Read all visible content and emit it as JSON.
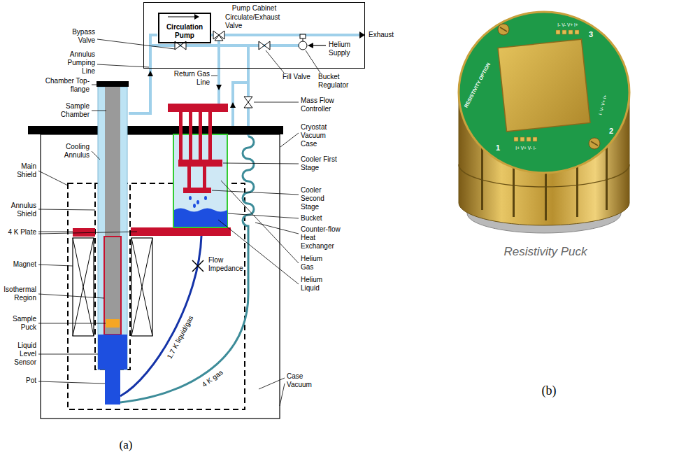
{
  "diagram": {
    "nodes": [
      {
        "text": [
          "Pump Cabinet"
        ]
      },
      {
        "text": [
          "Circulation Pump"
        ],
        "in": 0
      }
    ],
    "labels": [
      "Bypass Valve",
      "Circulate/Exhaust Valve",
      "Exhaust",
      "Annulus Pumping Line",
      "Helium Supply",
      "Chamber Top-flange",
      "Return Gas Line",
      "Fill Valve",
      "Bucket Regulator",
      "Mass Flow Controller",
      "Sample Chamber",
      "Cryostat Vacuum Case",
      "Cooling Annulus",
      "Cooler First Stage",
      "Main Shield",
      "Cooler Second Stage",
      "Bucket",
      "Annulus Shield",
      "Counter-flow Heat Exchanger",
      "4 K Plate",
      "Helium Gas",
      "Helium Liquid",
      "Magnet",
      "Flow Impedance",
      "Isothermal Region",
      "Sample Puck",
      "1.7 K liquid/gas",
      "4 K gas",
      "Liquid Level Sensor",
      "Pot",
      "Case Vacuum",
      "(a)",
      "RESISTIVITY OPTION",
      "I- V- V+ I+",
      "3",
      "I- V- V+ I+",
      "2",
      "I+ V+ V- I-",
      "1",
      "Resistivity Puck",
      "(b)"
    ]
  }
}
